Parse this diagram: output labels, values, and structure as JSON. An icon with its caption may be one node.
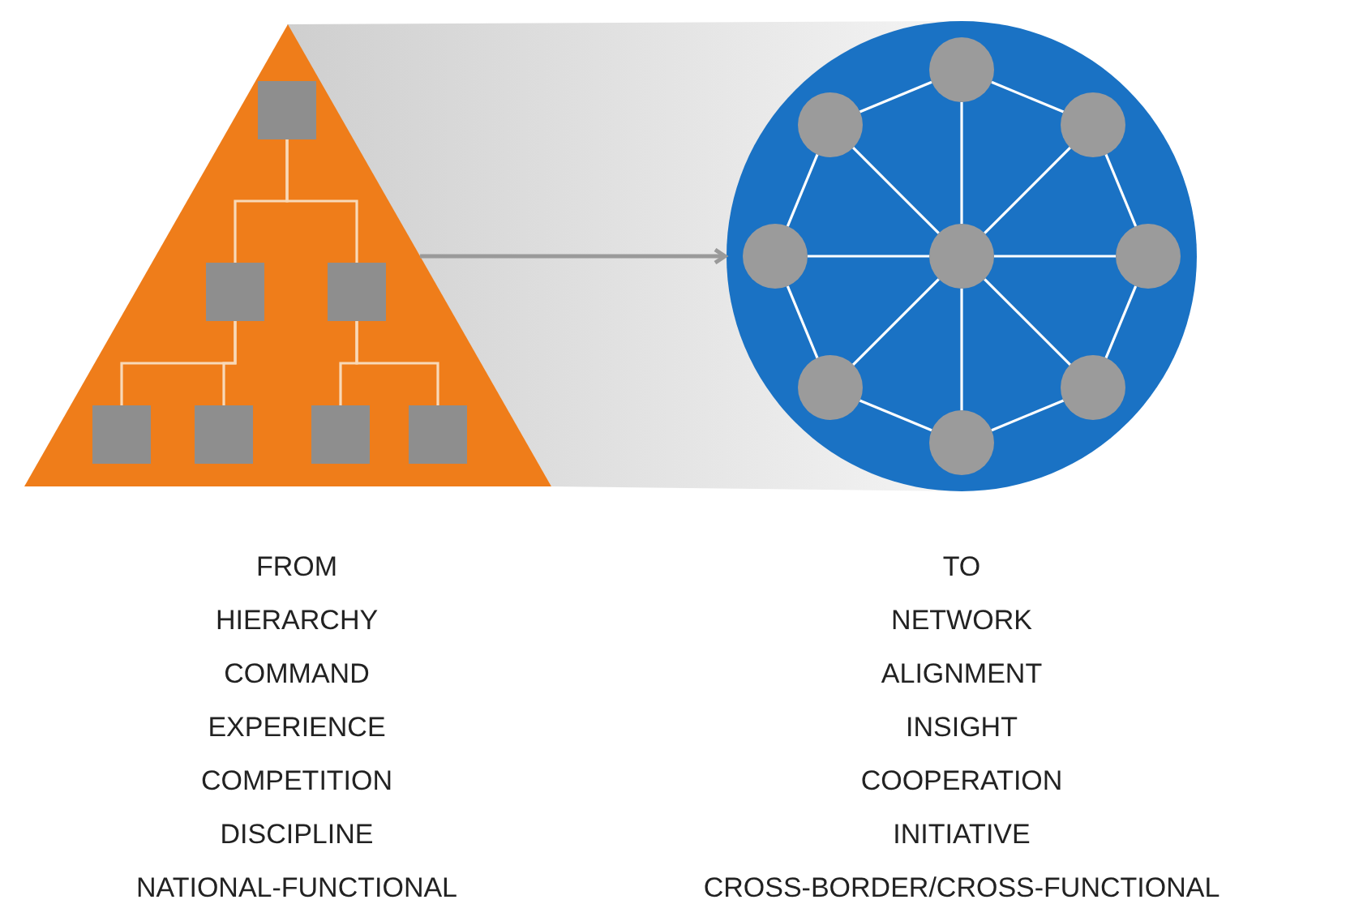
{
  "diagram": {
    "nodes": [
      {
        "text": [],
        "shape": "triangle",
        "beside": [
          "FROM",
          "HIERARCHY",
          "COMMAND",
          "EXPERIENCE",
          "COMPETITION",
          "DISCIPLINE",
          "NATIONAL-FUNCTIONAL"
        ]
      },
      {
        "text": [],
        "shape": "box",
        "in": 0
      },
      {
        "text": [],
        "shape": "box",
        "in": 0
      },
      {
        "text": [],
        "shape": "box",
        "in": 0
      },
      {
        "text": [],
        "shape": "box",
        "in": 0
      },
      {
        "text": [],
        "shape": "box",
        "in": 0
      },
      {
        "text": [],
        "shape": "box",
        "in": 0
      },
      {
        "text": [],
        "shape": "box",
        "in": 0
      },
      {
        "text": [],
        "shape": "circle",
        "beside": [
          "TO",
          "NETWORK",
          "ALIGNMENT",
          "INSIGHT",
          "COOPERATION",
          "INITIATIVE",
          "CROSS-BORDER/CROSS-FUNCTIONAL"
        ]
      },
      {
        "text": [],
        "shape": "circle",
        "in": 8
      },
      {
        "text": [],
        "shape": "circle",
        "in": 8
      },
      {
        "text": [],
        "shape": "circle",
        "in": 8
      },
      {
        "text": [],
        "shape": "circle",
        "in": 8
      },
      {
        "text": [],
        "shape": "circle",
        "in": 8
      },
      {
        "text": [],
        "shape": "circle",
        "in": 8
      },
      {
        "text": [],
        "shape": "circle",
        "in": 8
      },
      {
        "text": [],
        "shape": "circle",
        "in": 8
      },
      {
        "text": [],
        "shape": "circle",
        "in": 8
      }
    ],
    "edges": [
      {
        "from": 0,
        "to": 8,
        "arrow": "to",
        "color": "#9a9a9a"
      },
      {
        "from": 1,
        "to": 2,
        "arrow": "none"
      },
      {
        "from": 1,
        "to": 3,
        "arrow": "none"
      },
      {
        "from": 2,
        "to": 4,
        "arrow": "none"
      },
      {
        "from": 2,
        "to": 5,
        "arrow": "none"
      },
      {
        "from": 3,
        "to": 6,
        "arrow": "none"
      },
      {
        "from": 3,
        "to": 7,
        "arrow": "none"
      },
      {
        "from": 17,
        "to": 9,
        "arrow": "none"
      },
      {
        "from": 17,
        "to": 10,
        "arrow": "none"
      },
      {
        "from": 17,
        "to": 11,
        "arrow": "none"
      },
      {
        "from": 17,
        "to": 12,
        "arrow": "none"
      },
      {
        "from": 17,
        "to": 13,
        "arrow": "none"
      },
      {
        "from": 17,
        "to": 14,
        "arrow": "none"
      },
      {
        "from": 17,
        "to": 15,
        "arrow": "none"
      },
      {
        "from": 17,
        "to": 16,
        "arrow": "none"
      },
      {
        "from": 9,
        "to": 10,
        "arrow": "none"
      },
      {
        "from": 10,
        "to": 11,
        "arrow": "none"
      },
      {
        "from": 11,
        "to": 12,
        "arrow": "none"
      },
      {
        "from": 12,
        "to": 13,
        "arrow": "none"
      },
      {
        "from": 13,
        "to": 14,
        "arrow": "none"
      },
      {
        "from": 14,
        "to": 15,
        "arrow": "none"
      },
      {
        "from": 15,
        "to": 16,
        "arrow": "none"
      },
      {
        "from": 16,
        "to": 9,
        "arrow": "none"
      }
    ]
  }
}
